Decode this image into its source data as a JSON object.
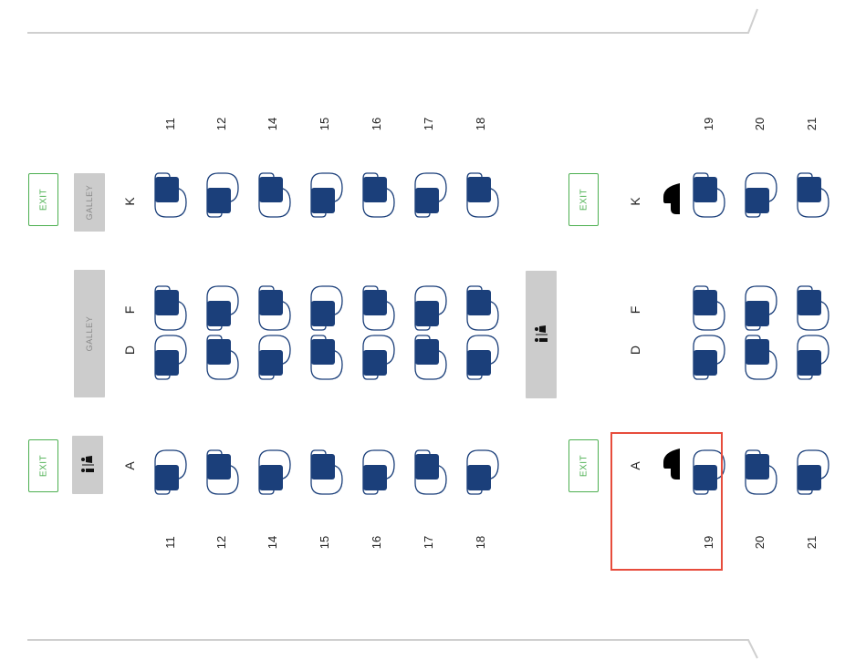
{
  "cabin": {
    "rows_left": [
      "11",
      "12",
      "14",
      "15",
      "16",
      "17",
      "18"
    ],
    "rows_right": [
      "19",
      "20",
      "21"
    ],
    "seat_letters": {
      "top": "K",
      "mid_upper": "F",
      "mid_lower": "D",
      "bottom": "A"
    },
    "exit_label": "EXIT",
    "galley_label": "GALLEY",
    "colors": {
      "seat_fill": "#1b3f7a",
      "seat_outline": "#1b3f7a",
      "exit": "#4caf50",
      "galley": "#cccccc",
      "highlight": "#e74c3c"
    },
    "icons": {
      "lavatory": "restroom-icon",
      "bassinet": "bassinet-icon"
    },
    "highlighted_seat": "19A"
  }
}
